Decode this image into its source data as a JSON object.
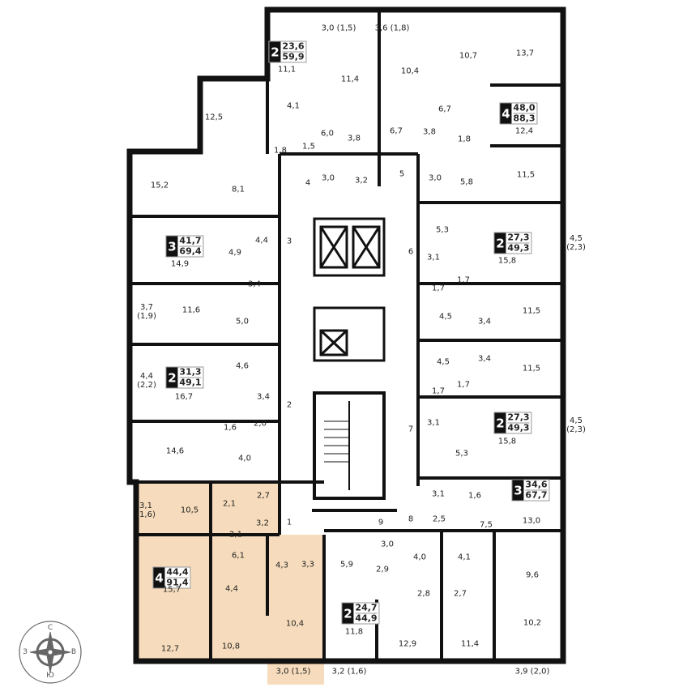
{
  "colors": {
    "highlight": "#f6dcbc",
    "wall": "#111111",
    "line": "#555555"
  },
  "compass": {
    "icon": "compass-rose-icon",
    "north": "С",
    "west": "З",
    "east": "В",
    "south": "Ю"
  },
  "apartments": [
    {
      "rooms": "2",
      "living_area": "23,6",
      "total_area": "59,9"
    },
    {
      "rooms": "4",
      "living_area": "48,0",
      "total_area": "88,3"
    },
    {
      "rooms": "3",
      "living_area": "41,7",
      "total_area": "69,4"
    },
    {
      "rooms": "2",
      "living_area": "27,3",
      "total_area": "49,3"
    },
    {
      "rooms": "2",
      "living_area": "31,3",
      "total_area": "49,1"
    },
    {
      "rooms": "2",
      "living_area": "27,3",
      "total_area": "49,3"
    },
    {
      "rooms": "3",
      "living_area": "34,6",
      "total_area": "67,7"
    },
    {
      "rooms": "4",
      "living_area": "44,4",
      "total_area": "91,4"
    },
    {
      "rooms": "2",
      "living_area": "24,7",
      "total_area": "44,9"
    }
  ],
  "room_labels": [
    "11,1",
    "3,0 (1,5)",
    "11,4",
    "12,5",
    "4,1",
    "6,0",
    "1,5",
    "3,8",
    "1,8",
    "3,0",
    "4",
    "3,2",
    "3,6 (1,8)",
    "10,4",
    "10,7",
    "13,7",
    "6,7",
    "12,4",
    "3,8",
    "1,8",
    "6,7",
    "5",
    "3,0",
    "5,8",
    "11,5",
    "15,2",
    "8,1",
    "4,4",
    "3",
    "14,9",
    "4,9",
    "3,4",
    "3,7\n(1,9)",
    "11,6",
    "5,0",
    "4,6",
    "4,4\n(2,2)",
    "16,7",
    "3,4",
    "2",
    "1,6",
    "2,0",
    "14,6",
    "4,0",
    "5,3",
    "15,8",
    "4,5\n(2,3)",
    "6",
    "3,1",
    "1,7",
    "1,7",
    "4,5",
    "3,4",
    "11,5",
    "4,5",
    "3,4",
    "11,5",
    "1,7",
    "1,7",
    "7",
    "3,1",
    "15,8",
    "4,5\n(2,3)",
    "5,3",
    "3,1",
    "1,6",
    "8",
    "2,5",
    "7,5",
    "13,0",
    "9",
    "3,0",
    "4,0",
    "4,1",
    "2,9",
    "5,9",
    "2,8",
    "2,7",
    "9,6",
    "11,8",
    "12,9",
    "11,4",
    "10,2",
    "3,2 (1,6)",
    "3,9 (2,0)",
    "3,1\n(1,6)",
    "10,5",
    "2,1",
    "2,7",
    "3,2",
    "2,1",
    "1",
    "6,1",
    "15,7",
    "4,4",
    "4,3",
    "3,3",
    "10,4",
    "10,8",
    "12,7",
    "3,0 (1,5)"
  ]
}
